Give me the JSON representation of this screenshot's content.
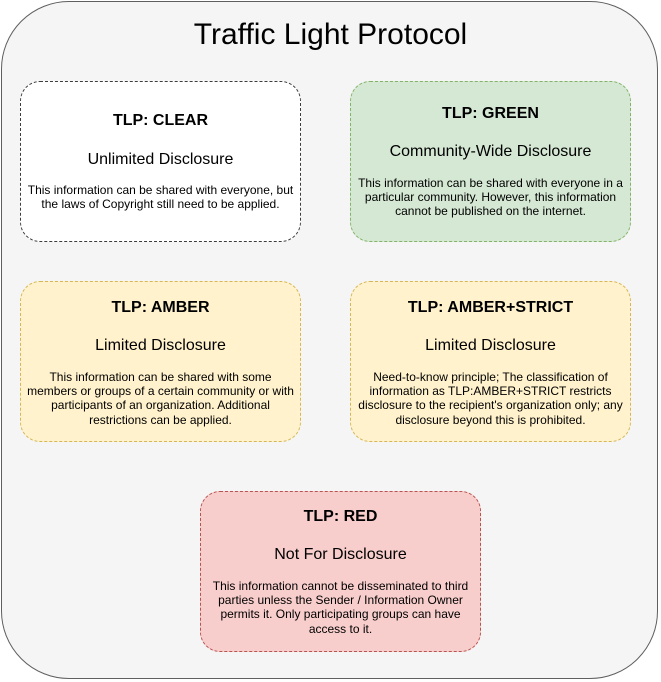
{
  "title": "Traffic Light Protocol",
  "colors": {
    "clear": "#ffffff",
    "green": "#d5e8d4",
    "amber": "#fff2cc",
    "red": "#f8cecc"
  },
  "cards": {
    "clear": {
      "title": "TLP: CLEAR",
      "subtitle": "Unlimited Disclosure",
      "description": "This information can be shared with everyone, but the laws of Copyright still need to be applied."
    },
    "green": {
      "title": "TLP: GREEN",
      "subtitle": "Community-Wide Disclosure",
      "description": "This information can be shared with everyone in a particular community. However, this information cannot be published on the internet."
    },
    "amber": {
      "title": "TLP: AMBER",
      "subtitle": "Limited Disclosure",
      "description": "This information can be shared with some members or groups of a certain community or with participants of an organization. Additional restrictions can be applied."
    },
    "amber_strict": {
      "title": "TLP: AMBER+STRICT",
      "subtitle": "Limited Disclosure",
      "description": "Need-to-know principle; The classification of information as TLP:AMBER+STRICT restricts disclosure to the recipient's organization only; any disclosure beyond this is prohibited."
    },
    "red": {
      "title": "TLP: RED",
      "subtitle": "Not For Disclosure",
      "description": "This information cannot be disseminated to third parties unless the Sender / Information Owner permits it. Only participating groups can have access to it."
    }
  }
}
